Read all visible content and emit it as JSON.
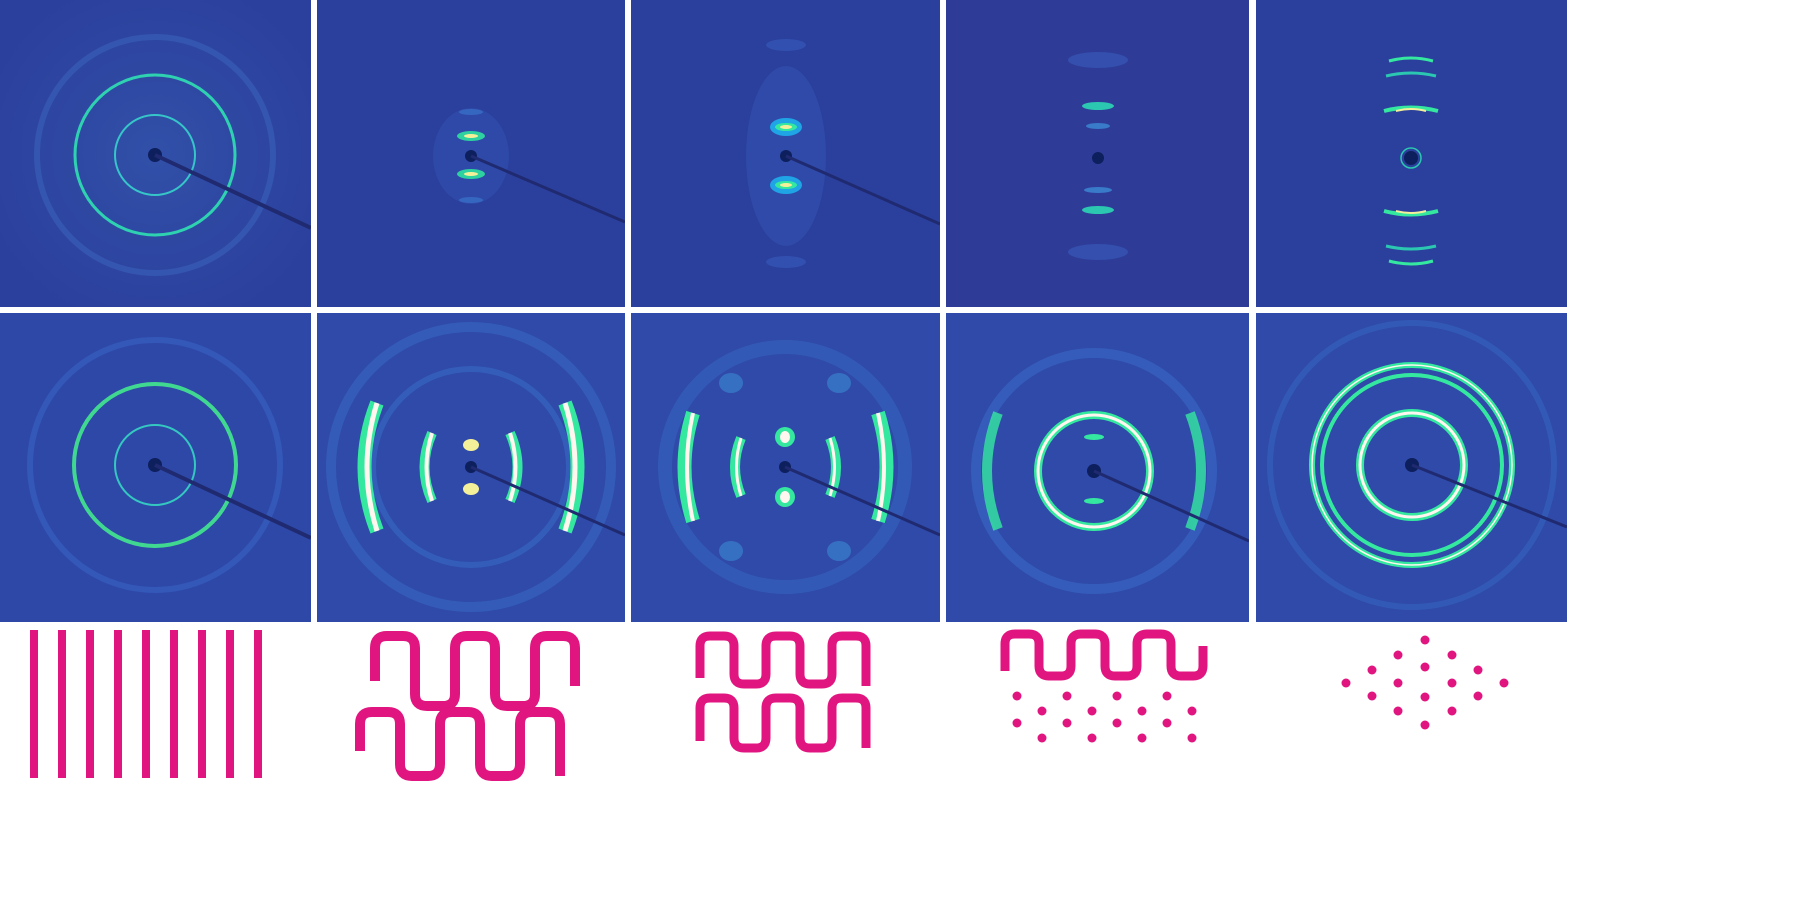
{
  "figure": {
    "background": "#ffffff",
    "detector_background": "#2b3f9c",
    "schematic_color": "#e0157f",
    "palette": {
      "low": "#2b3f9c",
      "mid": "#1fa4e6",
      "high": "#35e8a0",
      "peak": "#b8f060",
      "saturated": "#fff6f0"
    }
  },
  "rows": [
    {
      "role": "diffraction-row-1",
      "panels": [
        "isotropic-rings",
        "meridional-arcs-weak",
        "meridional-arcs-strong",
        "layer-lines",
        "multi-order-arcs"
      ]
    },
    {
      "role": "diffraction-row-2",
      "panels": [
        "isotropic-rings-strong",
        "crescent-arcs",
        "crescent-arcs-split",
        "ring-with-arcs",
        "double-rings"
      ]
    },
    {
      "role": "schematics",
      "panels": [
        "lamellar-stripes",
        "two-offset-meanders",
        "two-stacked-meanders",
        "meander-over-dots",
        "centered-rectangular-dots"
      ]
    }
  ]
}
